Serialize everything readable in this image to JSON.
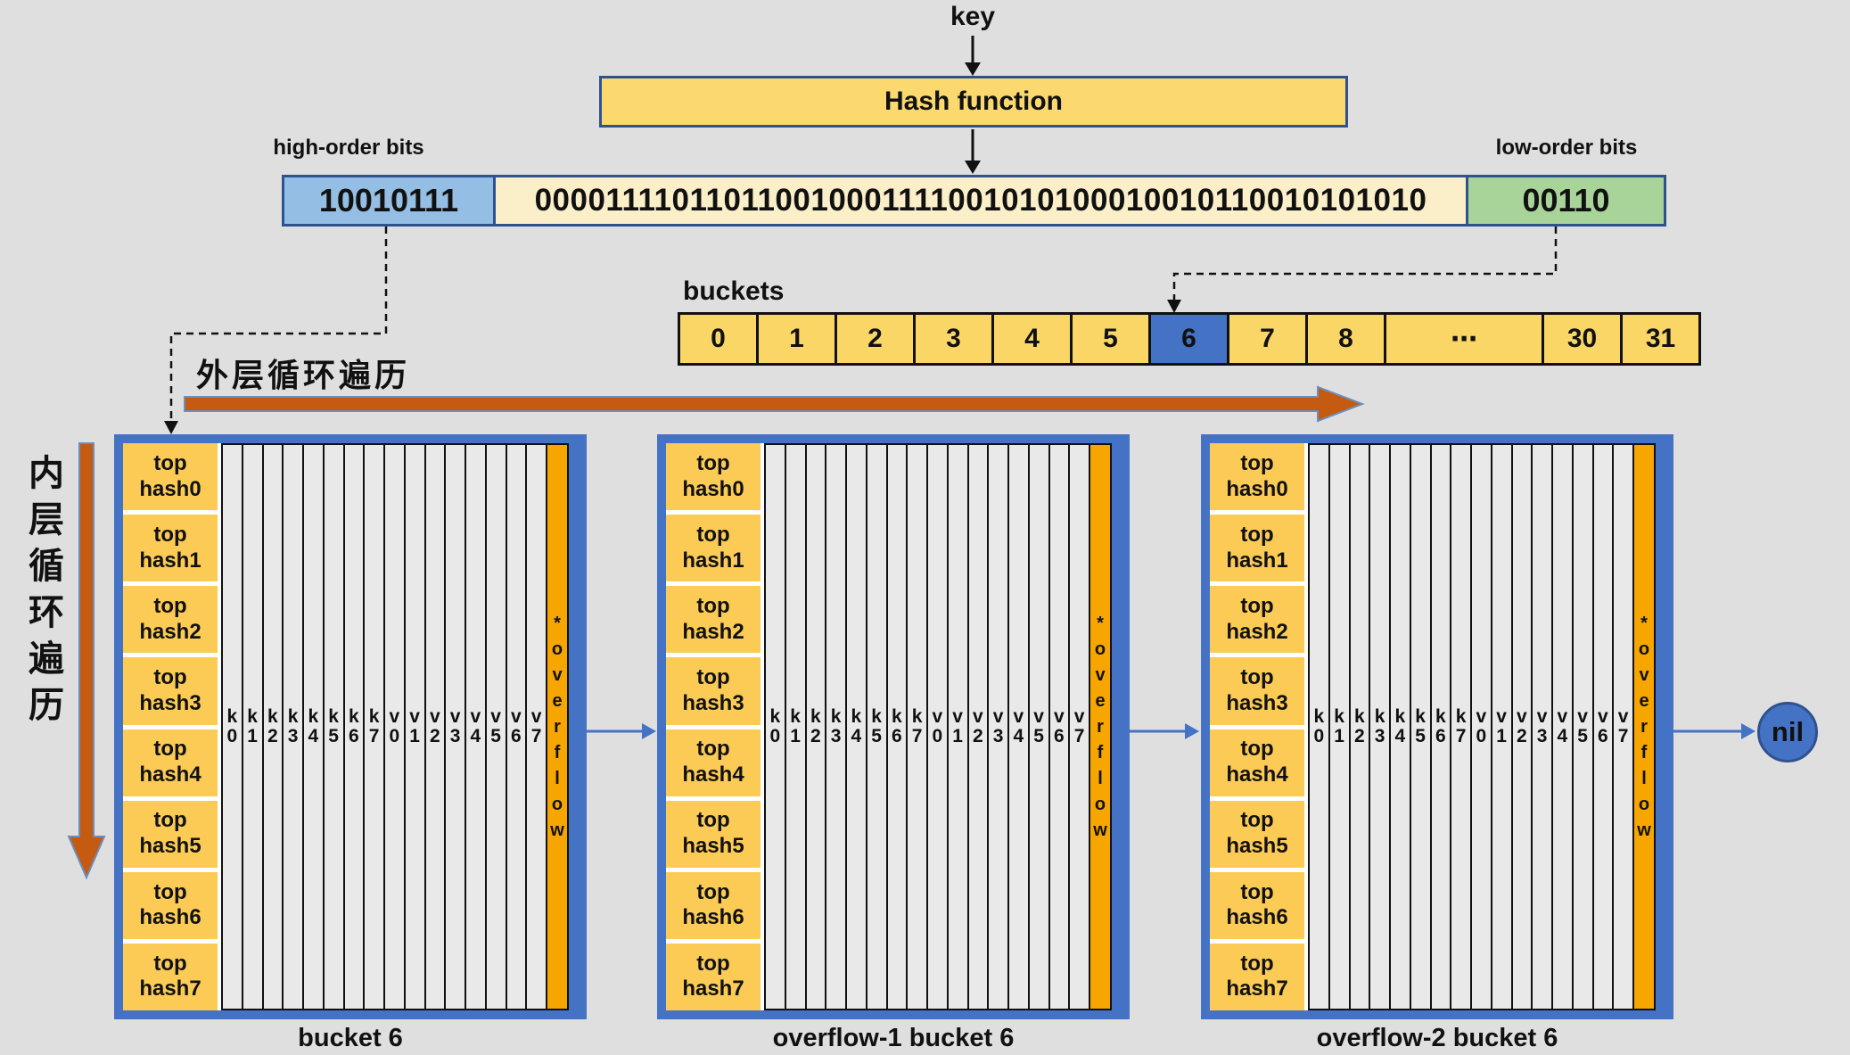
{
  "colors": {
    "background": "#DFDFDF",
    "gold": "#FAD666",
    "light_gold_bar": "#FBD96E",
    "top_hash_gold": "#FBCB55",
    "cream_bits": "#FBEFC9",
    "high_bits_blue": "#94BEE3",
    "low_bits_green": "#A8D49A",
    "highlight_blue": "#4472C4",
    "dark_blue_border": "#2F528F",
    "overflow_orange": "#F7A600",
    "loop_arrow_orange": "#C55A11"
  },
  "top": {
    "key_label": "key",
    "hash_function_label": "Hash function"
  },
  "bits": {
    "high_label": "high-order bits",
    "low_label": "low-order bits",
    "high_value": "10010111",
    "middle_value": "000011110110110010001111001010100010010110010101010",
    "low_value": "00110"
  },
  "buckets_row": {
    "label": "buckets",
    "cells": [
      "0",
      "1",
      "2",
      "3",
      "4",
      "5",
      "6",
      "7",
      "8",
      "⋯",
      "30",
      "31"
    ],
    "highlight_index": 6
  },
  "loops": {
    "outer_label": "外层循环遍历",
    "inner_label": "内层循环遍历"
  },
  "structs": {
    "top_line": "top",
    "hash_rows": [
      "hash0",
      "hash1",
      "hash2",
      "hash3",
      "hash4",
      "hash5",
      "hash6",
      "hash7"
    ],
    "kv_cols": [
      "k0",
      "k1",
      "k2",
      "k3",
      "k4",
      "k5",
      "k6",
      "k7",
      "v0",
      "v1",
      "v2",
      "v3",
      "v4",
      "v5",
      "v6",
      "v7"
    ],
    "overflow_label": "*overflow",
    "captions": [
      "bucket 6",
      "overflow-1 bucket 6",
      "overflow-2 bucket 6"
    ],
    "nil_label": "nil"
  }
}
